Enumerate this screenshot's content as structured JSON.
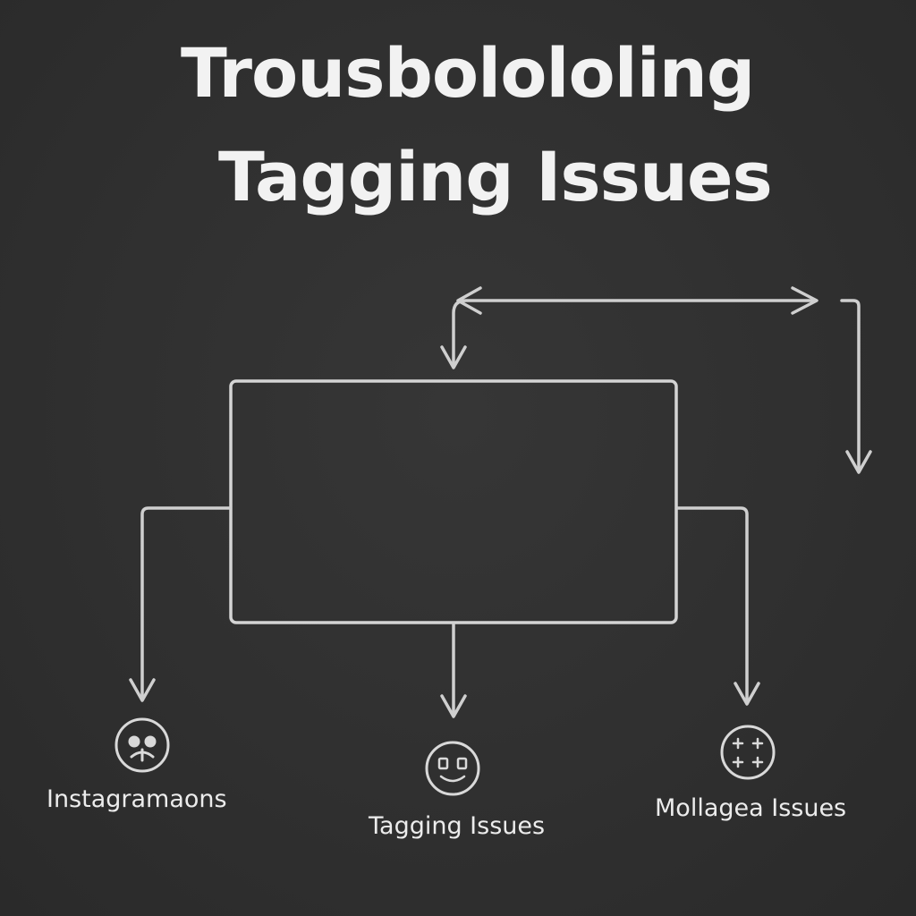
{
  "title": {
    "line1": "Trousbolololing",
    "line2": "Tagging Issues"
  },
  "diagram": {
    "nodes": [
      {
        "label": "Instagramaons",
        "icon": "sad-face-icon"
      },
      {
        "label": "Tagging Issues",
        "icon": "smile-face-icon"
      },
      {
        "label": "Mollagea Issues",
        "icon": "plus-cluster-icon"
      }
    ]
  },
  "colors": {
    "background": "#303030",
    "foreground": "#d4d4d4",
    "text": "#f2f2f2"
  }
}
